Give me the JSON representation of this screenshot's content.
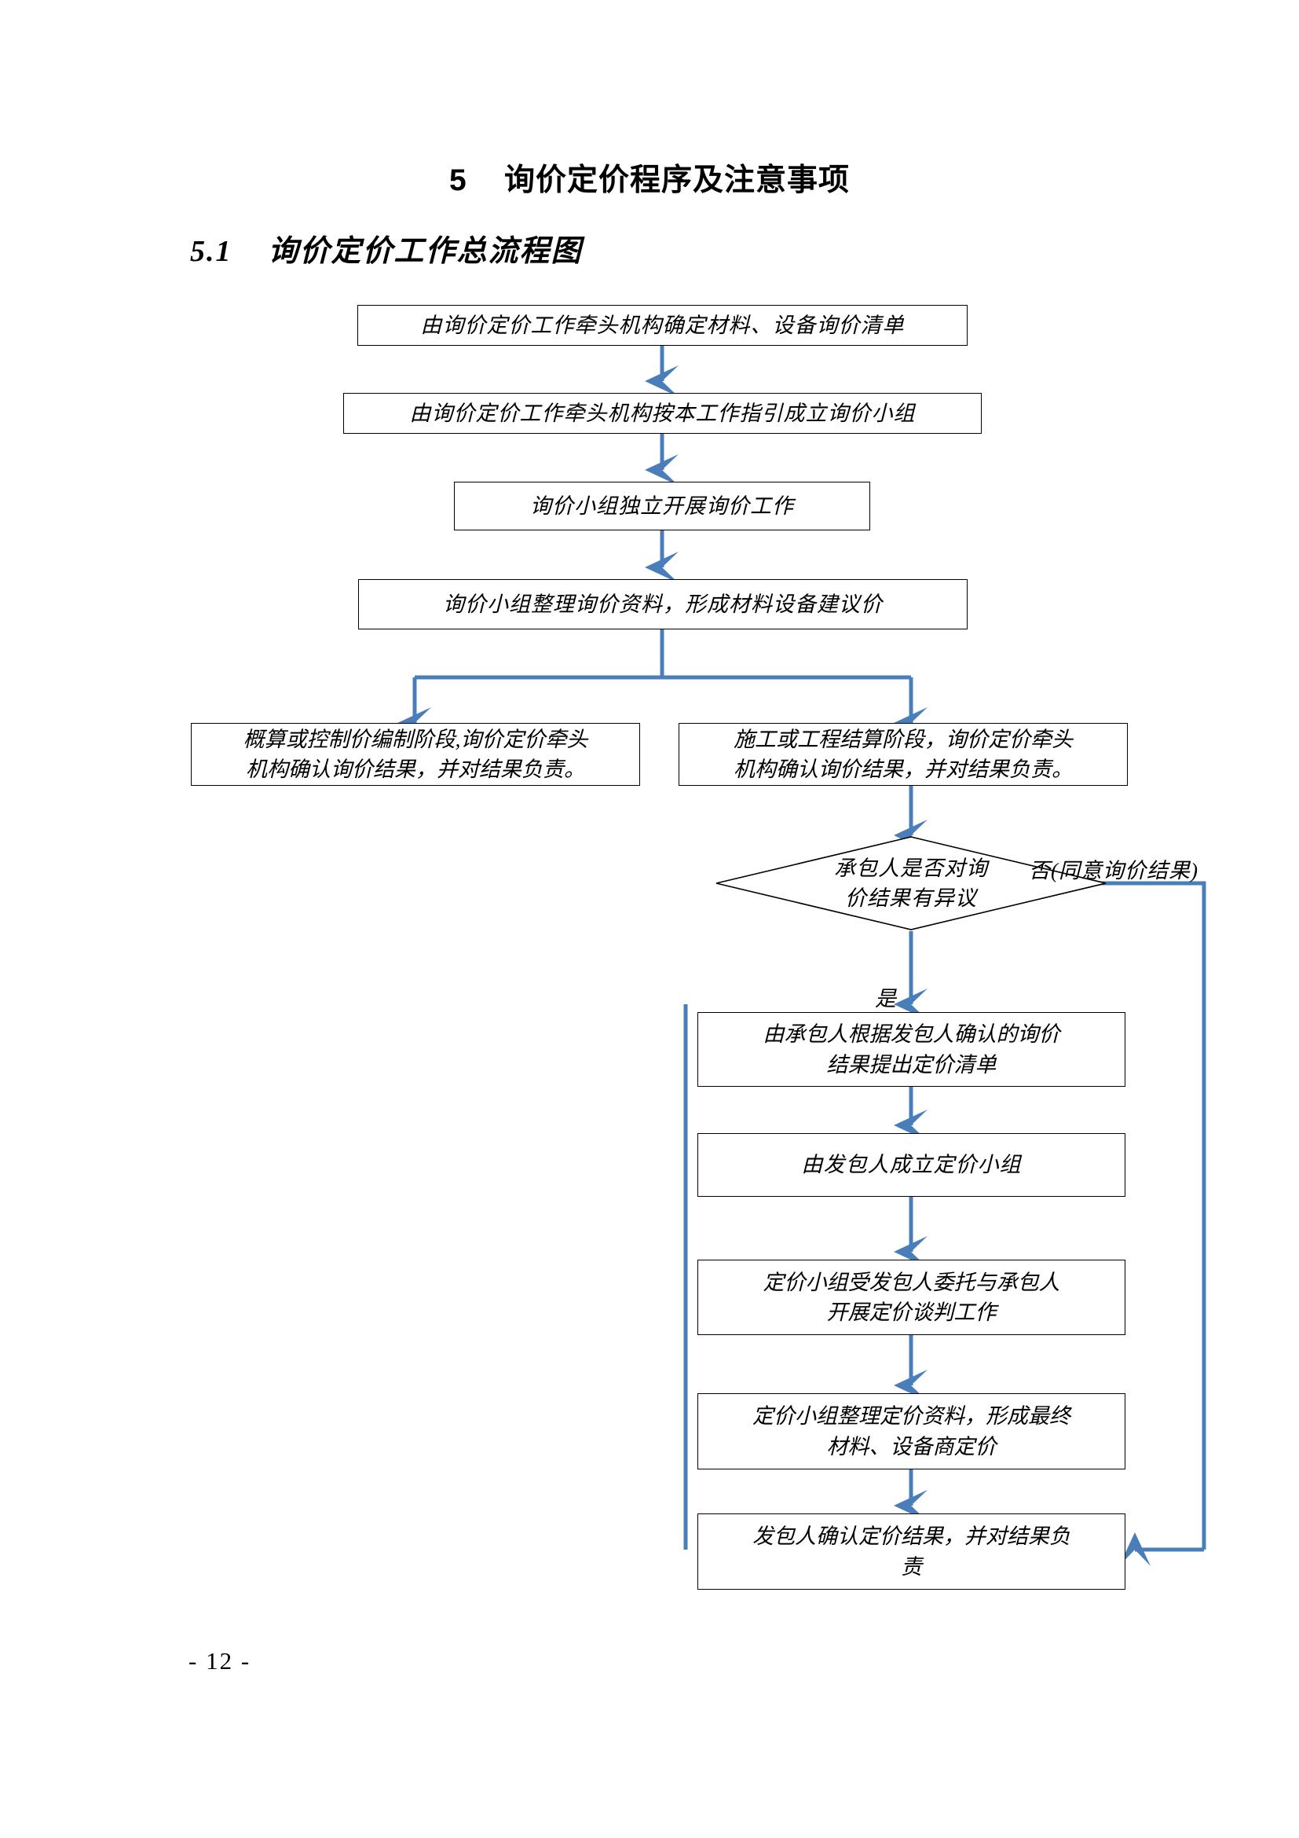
{
  "page": {
    "heading": "5    询价定价程序及注意事项",
    "subheading": "5.1    询价定价工作总流程图",
    "footer": "- 12 -",
    "accent_color": "#4a7ebb",
    "border_color": "#000000",
    "background_color": "#ffffff"
  },
  "flowchart": {
    "type": "flowchart",
    "nodes": [
      {
        "id": "n1",
        "shape": "process",
        "text": "由询价定价工作牵头机构确定材料、设备询价清单"
      },
      {
        "id": "n2",
        "shape": "process",
        "text": "由询价定价工作牵头机构按本工作指引成立询价小组"
      },
      {
        "id": "n3",
        "shape": "process",
        "text": "询价小组独立开展询价工作"
      },
      {
        "id": "n4",
        "shape": "process",
        "text": "询价小组整理询价资料，形成材料设备建议价"
      },
      {
        "id": "n5",
        "shape": "process",
        "line1": "概算或控制价编制阶段,询价定价牵头",
        "line2": "机构确认询价结果，并对结果负责。"
      },
      {
        "id": "n6",
        "shape": "process",
        "line1": "施工或工程结算阶段，询价定价牵头",
        "line2": "机构确认询价结果，并对结果负责。"
      },
      {
        "id": "n7",
        "shape": "decision",
        "line1": "承包人是否对询",
        "line2": "价结果有异议"
      },
      {
        "id": "n8",
        "shape": "process",
        "line1": "由承包人根据发包人确认的询价",
        "line2": "结果提出定价清单"
      },
      {
        "id": "n9",
        "shape": "process",
        "text": "由发包人成立定价小组"
      },
      {
        "id": "n10",
        "shape": "process",
        "line1": "定价小组受发包人委托与承包人",
        "line2": "开展定价谈判工作"
      },
      {
        "id": "n11",
        "shape": "process",
        "line1": "定价小组整理定价资料，形成最终",
        "line2": "材料、设备商定价"
      },
      {
        "id": "n12",
        "shape": "process",
        "line1": "发包人确认定价结果，并对结果负",
        "line2": "责"
      }
    ],
    "edge_labels": {
      "no_branch": "否(同意询价结果)",
      "yes_branch": "是"
    }
  }
}
